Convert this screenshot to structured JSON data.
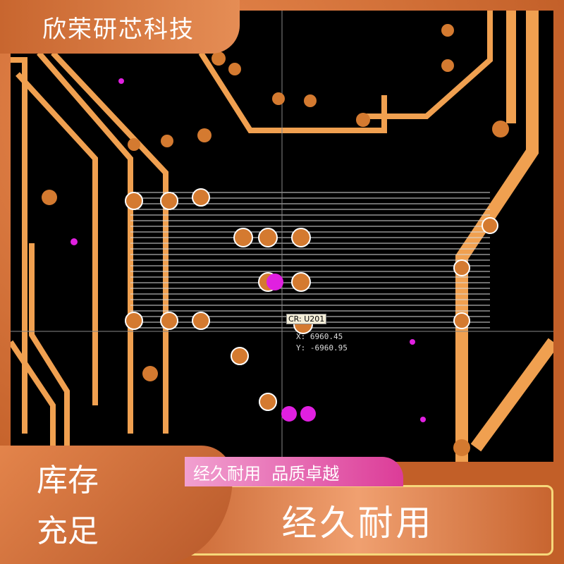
{
  "brand": {
    "name": "欣荣研芯科技"
  },
  "pcb": {
    "component_label": "CR: U201",
    "coord_x": "X: 6960.45",
    "coord_y": "Y: -6960.95"
  },
  "badges": {
    "stock": [
      "库存",
      "充足"
    ],
    "slogan": "经久耐用  品质卓越",
    "headline": "经久耐用"
  },
  "colors": {
    "frame": "#c8662f",
    "trace": "#f0a050",
    "slogan_bg": "#dc3c98"
  }
}
